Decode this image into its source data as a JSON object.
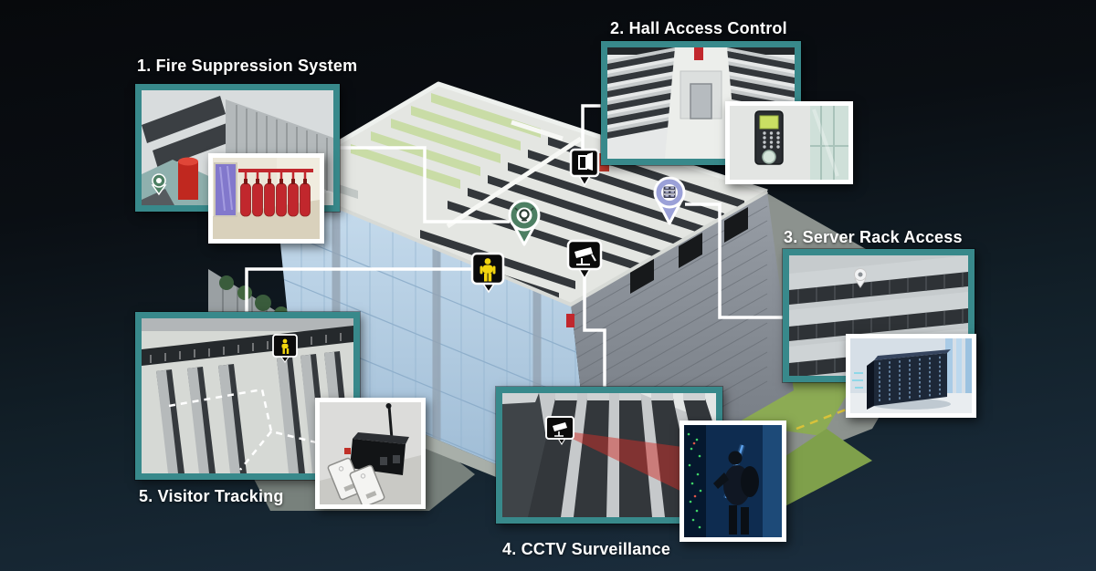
{
  "callouts": [
    {
      "label": "1. Fire Suppression System",
      "map_icon": "fire-alarm-pin",
      "main_image": "server-room-with-fire-suppression-tank",
      "inset_image": "fire-suppression-gas-cylinders"
    },
    {
      "label": "2. Hall Access Control",
      "map_icon": "door-icon",
      "main_image": "server-hall-entrance-corridor",
      "inset_image": "fingerprint-keypad-access-reader"
    },
    {
      "label": "3. Server Rack Access",
      "map_icon": "server-rack-pin",
      "main_image": "server-rack-rows-top-view",
      "inset_image": "server-rack-cabinet-render"
    },
    {
      "label": "4. CCTV Surveillance",
      "map_icon": "cctv-camera-icon",
      "main_image": "camera-field-of-view-over-racks",
      "inset_image": "cctv-footage-person-at-rack"
    },
    {
      "label": "5. Visitor Tracking",
      "map_icon": "person-icon",
      "main_image": "visitor-path-through-server-aisles",
      "inset_image": "rfid-reader-with-badges"
    }
  ],
  "building": {
    "name": "isometric-data-center"
  },
  "colors": {
    "background_top": "#07090c",
    "background_bottom": "#1c2f40",
    "frame_teal": "#38898b",
    "frame_white": "#ffffff",
    "connector_line": "#ffffff",
    "title_text": "#ffffff",
    "pin_green": "#4d7f63",
    "pin_purple": "#9ba1d8",
    "person_yellow": "#f2d50f",
    "facade_blue": "#b9d3e7",
    "facade_gray": "#83888f",
    "alert_red": "#c1272d"
  }
}
